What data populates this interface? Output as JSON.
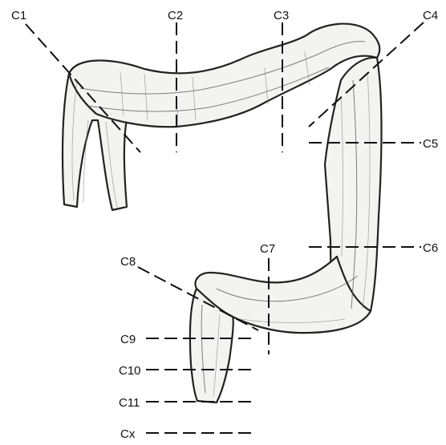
{
  "diagram": {
    "labels": {
      "c1": "C1",
      "c2": "C2",
      "c3": "C3",
      "c4": "C4",
      "c5": "C5",
      "c6": "C6",
      "c7": "C7",
      "c8": "C8",
      "c9": "C9",
      "c10": "C10",
      "c11": "C11",
      "cx": "Cx"
    }
  }
}
